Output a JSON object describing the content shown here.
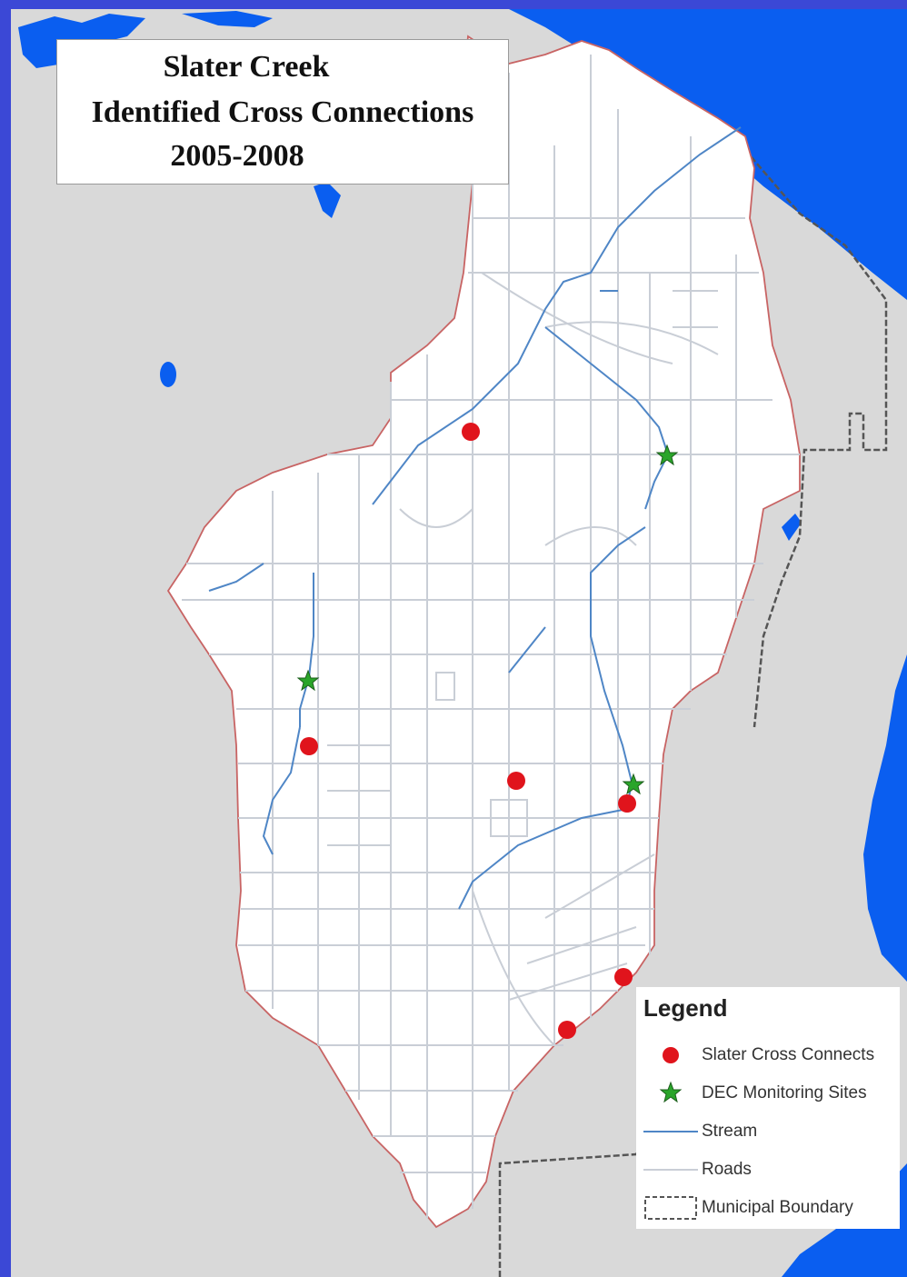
{
  "title": {
    "line1": "Slater Creek",
    "line2": "Identified Cross Connections",
    "line3": "2005-2008"
  },
  "legend": {
    "title": "Legend",
    "items": [
      {
        "label": "Slater Cross Connects",
        "symbol": "red-circle-icon"
      },
      {
        "label": "DEC Monitoring Sites",
        "symbol": "green-star-icon"
      },
      {
        "label": "Stream",
        "symbol": "blue-line-icon"
      },
      {
        "label": "Roads",
        "symbol": "gray-line-icon"
      },
      {
        "label": "Municipal Boundary",
        "symbol": "dashed-box-icon"
      }
    ]
  },
  "colors": {
    "frame": "#3b48d6",
    "land": "#d9d9d9",
    "water": "#0a5ef0",
    "watershed": "#ffffff",
    "watershed_outline": "#c86464",
    "road": "#c9ced6",
    "stream": "#4f86c6",
    "cross_connect": "#e0141c",
    "monitoring_site": "#2aa52a",
    "municipal_boundary": "#555555"
  }
}
